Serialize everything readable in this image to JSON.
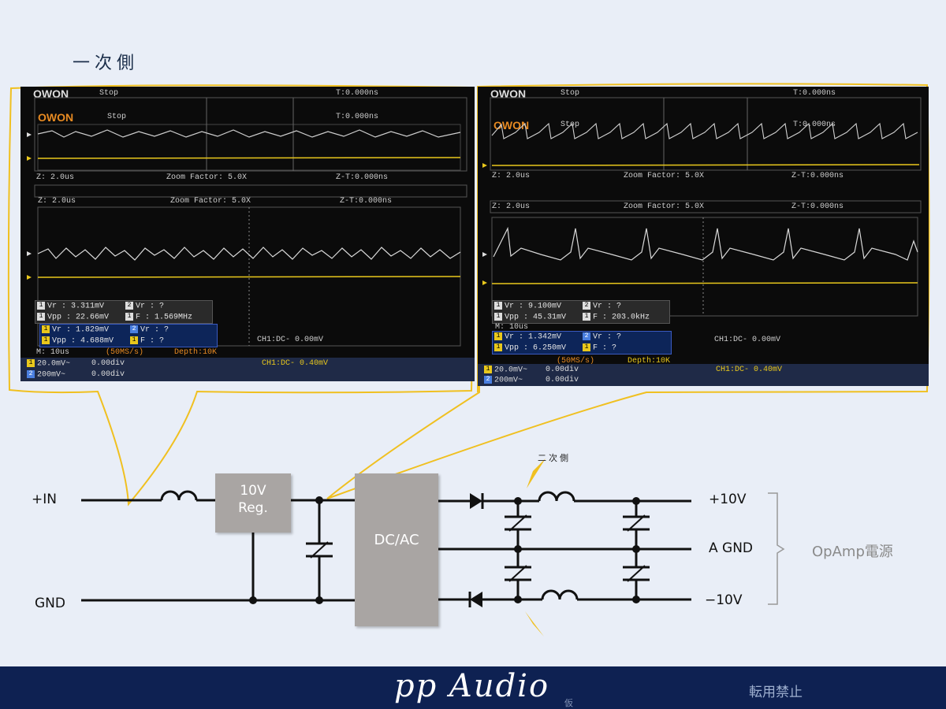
{
  "page": {
    "title": "一次側"
  },
  "scopes": [
    {
      "brand": "OWON",
      "status": "Stop",
      "trigger_time": "T:0.000ns",
      "zoom_row": {
        "z": "Z: 2.0us",
        "factor": "Zoom Factor: 5.0X",
        "zt": "Z-T:0.000ns"
      },
      "meas_white": [
        {
          "ch": "1",
          "label": "Vr : 3.311mV"
        },
        {
          "ch": "2",
          "label": "Vr :    ?"
        },
        {
          "ch": "1",
          "label": "Vpp : 22.66mV"
        },
        {
          "ch": "1",
          "label": "F : 1.569MHz"
        }
      ],
      "meas_blue": [
        {
          "ch": "1",
          "label": "Vr : 1.829mV"
        },
        {
          "ch": "2",
          "label": "Vr :    ?"
        },
        {
          "ch": "1",
          "label": "Vpp : 4.688mV"
        },
        {
          "ch": "1",
          "label": "F :    ?"
        }
      ],
      "timebase": "M: 10us",
      "sample_rate": "(50MS/s)",
      "depth": "Depth:10K",
      "ch1_trigger_inner": "CH1:DC- 0.00mV",
      "ch1_scale": "20.0mV~",
      "ch1_pos": "0.00div",
      "ch2_scale": "200mV~",
      "ch2_pos": "0.00div",
      "ch1_trigger": "CH1:DC- 0.40mV"
    },
    {
      "brand": "OWON",
      "status": "Stop",
      "trigger_time": "T:0.000ns",
      "zoom_row": {
        "z": "Z: 2.0us",
        "factor": "Zoom Factor: 5.0X",
        "zt": "Z-T:0.000ns"
      },
      "meas_white": [
        {
          "ch": "1",
          "label": "Vr : 9.100mV"
        },
        {
          "ch": "2",
          "label": "Vr :    ?"
        },
        {
          "ch": "1",
          "label": "Vpp : 45.31mV"
        },
        {
          "ch": "1",
          "label": "F : 203.0kHz"
        }
      ],
      "meas_blue": [
        {
          "ch": "1",
          "label": "Vr : 1.342mV"
        },
        {
          "ch": "2",
          "label": "Vr :    ?"
        },
        {
          "ch": "1",
          "label": "Vpp : 6.250mV"
        },
        {
          "ch": "1",
          "label": "F :    ?"
        }
      ],
      "timebase": "M: 10us",
      "sample_rate": "(50MS/s)",
      "depth": "Depth:10K",
      "ch1_trigger_inner": "CH1:DC- 0.00mV",
      "ch1_scale": "20.0mV~",
      "ch1_pos": "0.00div",
      "ch2_scale": "200mV~",
      "ch2_pos": "0.00div",
      "ch1_trigger": "CH1:DC- 0.40mV"
    }
  ],
  "schematic": {
    "input_label": "+IN",
    "gnd_label": "GND",
    "regulator": {
      "line1": "10V",
      "line2": "Reg."
    },
    "converter": "DC/AC",
    "secondary_label": "二次側",
    "outputs": {
      "pos": "+10V",
      "gnd": "A GND",
      "neg": "−10V"
    },
    "group_label": "OpAmp電源"
  },
  "footer": {
    "brand": "pp Audio",
    "small": "仮",
    "note": "転用禁止"
  },
  "colors": {
    "background": "#e9eef7",
    "callout": "#f0c020",
    "footer": "#0e2152",
    "box": "#a9a5a3",
    "trace_yellow": "#e9c81c"
  }
}
